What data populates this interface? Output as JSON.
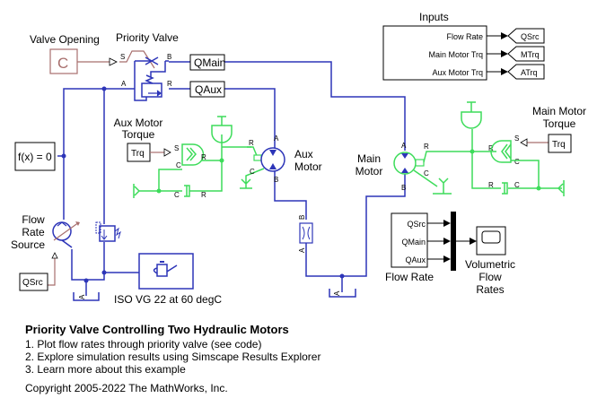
{
  "blocks": {
    "valve_opening": {
      "label": "Valve Opening",
      "value": "C"
    },
    "priority_valve": {
      "label": "Priority Valve"
    },
    "goto_qmain": "QMain",
    "goto_qaux": "QAux",
    "solver": "f(x) = 0",
    "flow_source": {
      "label_lines": [
        "Flow",
        "Rate",
        "Source"
      ],
      "input": "QSrc"
    },
    "fluid": "ISO VG 22 at 60 degC",
    "aux_motor_torque": {
      "label_lines": [
        "Aux Motor",
        "Torque"
      ],
      "value": "Trq"
    },
    "aux_motor": {
      "label_lines": [
        "Aux",
        "Motor"
      ]
    },
    "main_motor": {
      "label_lines": [
        "Main",
        "Motor"
      ]
    },
    "main_motor_torque": {
      "label_lines": [
        "Main Motor",
        "Torque"
      ],
      "value": "Trq"
    },
    "inputs": {
      "label": "Inputs",
      "ports": [
        "Flow Rate",
        "Main Motor Trq",
        "Aux Motor Trq"
      ],
      "tags": [
        "QSrc",
        "MTrq",
        "ATrq"
      ]
    },
    "flow_rate": {
      "label": "Flow Rate",
      "ports": [
        "QSrc",
        "QMain",
        "QAux"
      ]
    },
    "scope": {
      "label_lines": [
        "Volumetric",
        "Flow",
        "Rates"
      ]
    }
  },
  "ports": {
    "A": "A",
    "B": "B",
    "R": "R",
    "C": "C",
    "S": "S"
  },
  "colors": {
    "hydraulic": "#2d35b8",
    "mechanical": "#3ddc5a",
    "signal": "#a86f6d"
  },
  "description": {
    "title": "Priority Valve Controlling Two Hydraulic Motors",
    "items": [
      "1. Plot flow rates through priority valve (see code)",
      "2. Explore simulation results using Simscape Results Explorer",
      "3. Learn more about this example"
    ],
    "copyright": "Copyright 2005-2022 The MathWorks, Inc."
  }
}
